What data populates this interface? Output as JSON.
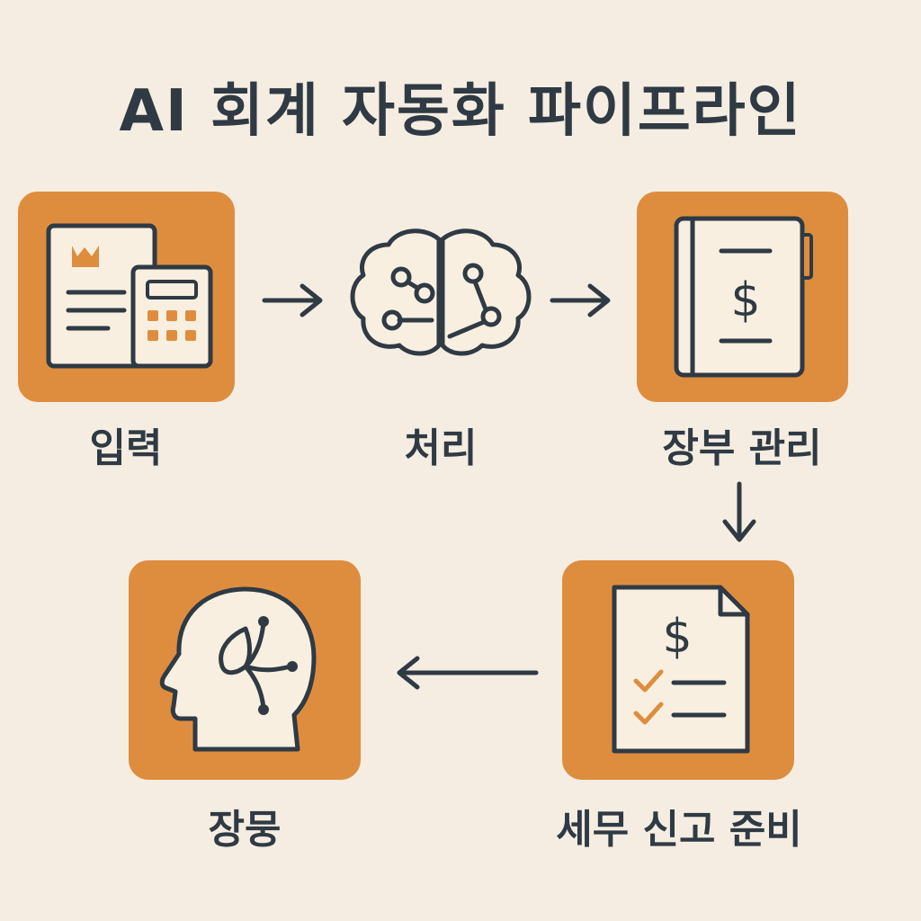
{
  "title": "AI 회계 자동화 파이프라인",
  "colors": {
    "background": "#f5ede1",
    "accent": "#de8d3f",
    "ink": "#2f3a44",
    "paper": "#f8efe0"
  },
  "steps": [
    {
      "id": "input",
      "label": "입력",
      "icon": "document-calculator-icon"
    },
    {
      "id": "processing",
      "label": "처리",
      "icon": "brain-network-icon"
    },
    {
      "id": "bookkeeping",
      "label": "장부 관리",
      "icon": "ledger-book-icon"
    },
    {
      "id": "tax-filing",
      "label": "세무 신고 준비",
      "icon": "tax-document-icon"
    },
    {
      "id": "final",
      "label": "장뭉",
      "icon": "head-network-icon"
    }
  ],
  "flow": [
    {
      "from": "input",
      "to": "processing",
      "direction": "right"
    },
    {
      "from": "processing",
      "to": "bookkeeping",
      "direction": "right"
    },
    {
      "from": "bookkeeping",
      "to": "tax-filing",
      "direction": "down"
    },
    {
      "from": "tax-filing",
      "to": "final",
      "direction": "left"
    }
  ],
  "symbols": {
    "currency": "$"
  }
}
